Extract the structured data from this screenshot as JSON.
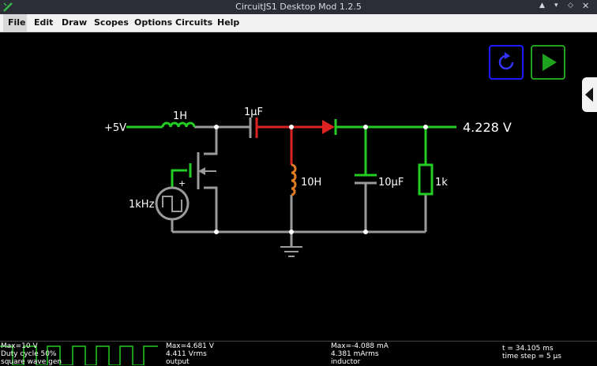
{
  "window": {
    "title": "CircuitJS1 Desktop Mod 1.2.5",
    "controls": [
      "up-icon",
      "minimize-icon",
      "maximize-icon",
      "close-icon"
    ]
  },
  "menu": {
    "items": [
      "File",
      "Edit",
      "Draw",
      "Scopes",
      "Options",
      "Circuits",
      "Help"
    ]
  },
  "toolbar": {
    "reset_icon": "reset-icon",
    "run_icon": "play-icon",
    "sidebar_toggle_icon": "triangle-left-icon"
  },
  "circuit": {
    "supply_label": "+5V",
    "inductor1_label": "1H",
    "capacitor1_label": "1μF",
    "output_voltage": "4.228 V",
    "inductor2_label": "10H",
    "capacitor2_label": "10μF",
    "resistor_label": "1k",
    "source_label": "1kHz",
    "source_polarity": "+"
  },
  "scopes": {
    "scope1": {
      "line1": "Max=10 V",
      "line2": "Duty cycle 50%",
      "line3": "square wave gen"
    },
    "scope2": {
      "line1": "Max=4.681 V",
      "line2": "4.411 Vrms",
      "line3": "output"
    },
    "scope3": {
      "line1": "Max=-4.088 mA",
      "line2": "4.381 mArms",
      "line3": "inductor"
    },
    "time": {
      "t": "t = 34.105 ms",
      "step": "time step = 5 μs"
    }
  },
  "colors": {
    "wire_green": "#22cc22",
    "wire_red": "#dd2222",
    "wire_gray": "#9a9a9a",
    "button_blue": "#1a1aff",
    "button_green": "#1fa31f"
  }
}
